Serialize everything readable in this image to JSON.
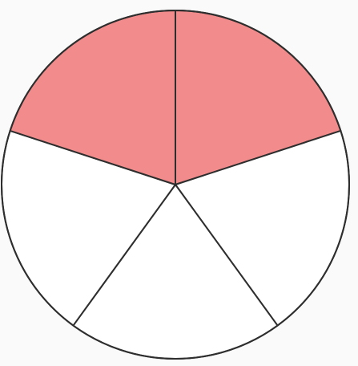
{
  "diagram": {
    "kind": "fraction-circle",
    "total_parts": 5,
    "shaded_parts": 2,
    "colors": {
      "background": "#fafafa",
      "shaded": "#f28b8b",
      "unshaded": "#ffffff",
      "stroke": "#2e2e2e"
    },
    "sectors": [
      {
        "index": 1,
        "shaded": true
      },
      {
        "index": 2,
        "shaded": false
      },
      {
        "index": 3,
        "shaded": false
      },
      {
        "index": 4,
        "shaded": false
      },
      {
        "index": 5,
        "shaded": true
      }
    ]
  }
}
